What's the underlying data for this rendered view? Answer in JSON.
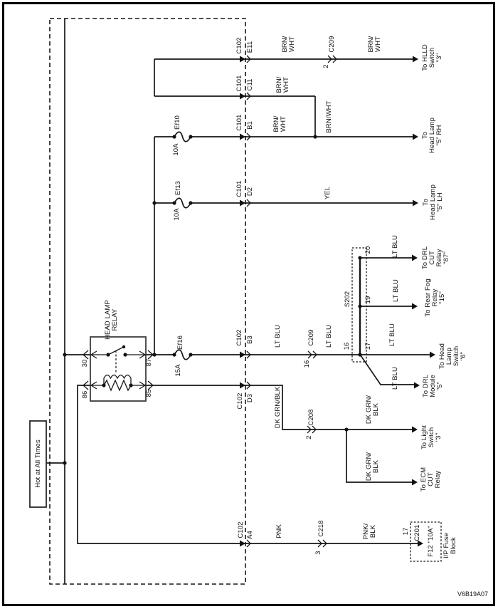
{
  "page": {
    "code": "V6B19A07"
  },
  "power_source": {
    "label": "Hot at All Times"
  },
  "relay": {
    "title": "HEAD LAMP\nRELAY",
    "pin_30": "30",
    "pin_87": "87",
    "pin_86": "86",
    "pin_85": "85"
  },
  "fuses": {
    "ef10": {
      "name": "Ef10",
      "rating": "10A"
    },
    "ef13": {
      "name": "Ef13",
      "rating": "10A"
    },
    "ef16": {
      "name": "Ef16",
      "rating": "15A"
    }
  },
  "bulkhead_connectors": {
    "e11": {
      "connector": "C102",
      "pin": "E11"
    },
    "c11": {
      "connector": "C101",
      "pin": "C11"
    },
    "b1": {
      "connector": "C101",
      "pin": "B1"
    },
    "d2": {
      "connector": "C101",
      "pin": "D2"
    },
    "b3": {
      "connector": "C102",
      "pin": "B3"
    },
    "d3": {
      "connector": "C102",
      "pin": "D3"
    },
    "a4": {
      "connector": "C102",
      "pin": "A4"
    }
  },
  "inline_connectors": {
    "c209_hlld": {
      "pin": "2",
      "name": "C209"
    },
    "c209_feed": {
      "pin": "16",
      "name": "C209"
    },
    "c208": {
      "pin": "2",
      "name": "C208"
    },
    "c218": {
      "pin": "3",
      "name": "C218"
    }
  },
  "splice": {
    "name": "S202",
    "pin_in": "16",
    "pin_20": "20",
    "pin_19": "19",
    "pin_17": "17"
  },
  "wire_colors": {
    "brn_wht": "BRN/\nWHT",
    "brn_wht_inline": "BRN/WHT",
    "yel": "YEL",
    "lt_blu": "LT BLU",
    "dk_grn_blk": "DK GRN/BLK",
    "dk_grn_blk_2line": "DK GRN/\nBLK",
    "pnk": "PNK",
    "pnk_blk": "PNK/\nBLK"
  },
  "destinations": {
    "hlld_switch": "To HLLD\nSwitch\n\"3\"",
    "head_lamp_rh": "To\nHead Lamp\n\"5\" RH",
    "head_lamp_lh": "To\nHead Lamp\n\"5\" LH",
    "drl_cut_relay": "To DRL\nCUT\nRelay\n\"87\"",
    "rear_fog_relay": "To Rear Fog\nRelay\n\"15\"",
    "head_lamp_switch": "To Head\nLamp\nSwitch\n\"6\"",
    "drl_module": "To DRL\nModule\n\"5\"",
    "light_switch": "To Light\nSwitch\n\"3\"",
    "ecm_cut_relay": "To ECM\nCUT\nRelay"
  },
  "ip_fuse_block": {
    "pin": "17",
    "connector": "C201",
    "fuse": "F12 \"10A\"",
    "label": "I/P Fuse\nBlock"
  }
}
